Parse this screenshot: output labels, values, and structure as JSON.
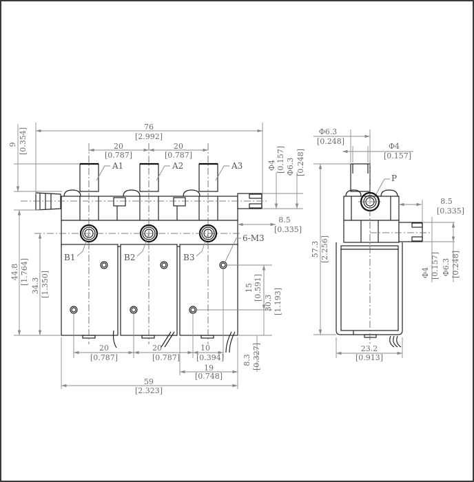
{
  "drawing": {
    "type": "3-way solenoid valve manifold outline drawing",
    "units_primary": "mm",
    "units_secondary": "inch"
  },
  "front_view": {
    "port_labels": [
      "A1",
      "A2",
      "A3",
      "B1",
      "B2",
      "B3"
    ],
    "mount_hole_label": "6-M3",
    "dims": {
      "overall_width": {
        "mm": "76",
        "in": "[2.992]"
      },
      "pitch_a1_a2": {
        "mm": "20",
        "in": "[0.787]"
      },
      "pitch_a2_a3": {
        "mm": "20",
        "in": "[0.787]"
      },
      "top_stub_height": {
        "mm": "9",
        "in": "[0.354]"
      },
      "side_port_inner": {
        "mm": "Φ4",
        "in": "[0.157]"
      },
      "side_port_outer": {
        "mm": "Φ6.3",
        "in": "[0.248]"
      },
      "side_port_length": {
        "mm": "8.5",
        "in": "[0.335]"
      },
      "total_height": {
        "mm": "44.8",
        "in": "[1.764]"
      },
      "coil_height": {
        "mm": "34.3",
        "in": "[1.350]"
      },
      "hole_spacing_v": {
        "mm": "15",
        "in": "[0.591]"
      },
      "hole_to_base": {
        "mm": "30.3",
        "in": "[1.193]"
      },
      "bottom_offset": {
        "mm": "8.3",
        "in": "[0.327]"
      },
      "hole_pitch_1": {
        "mm": "20",
        "in": "[0.787]"
      },
      "hole_pitch_2": {
        "mm": "20",
        "in": "[0.787]"
      },
      "hole_offset": {
        "mm": "10",
        "in": "[0.394]"
      },
      "body_segment": {
        "mm": "19",
        "in": "[0.748]"
      },
      "body_width": {
        "mm": "59",
        "in": "[2.323]"
      }
    }
  },
  "side_view": {
    "port_label": "P",
    "dims": {
      "top_outer": {
        "mm": "Φ6.3",
        "in": "[0.248]"
      },
      "top_inner": {
        "mm": "Φ4",
        "in": "[0.157]"
      },
      "side_port_length": {
        "mm": "8.5",
        "in": "[0.335]"
      },
      "side_inner": {
        "mm": "Φ4",
        "in": "[0.157]"
      },
      "side_outer": {
        "mm": "Φ6.3",
        "in": "[0.248]"
      },
      "total_height": {
        "mm": "57.3",
        "in": "[2.256]"
      },
      "width": {
        "mm": "23.2",
        "in": "[0.913]"
      }
    }
  }
}
